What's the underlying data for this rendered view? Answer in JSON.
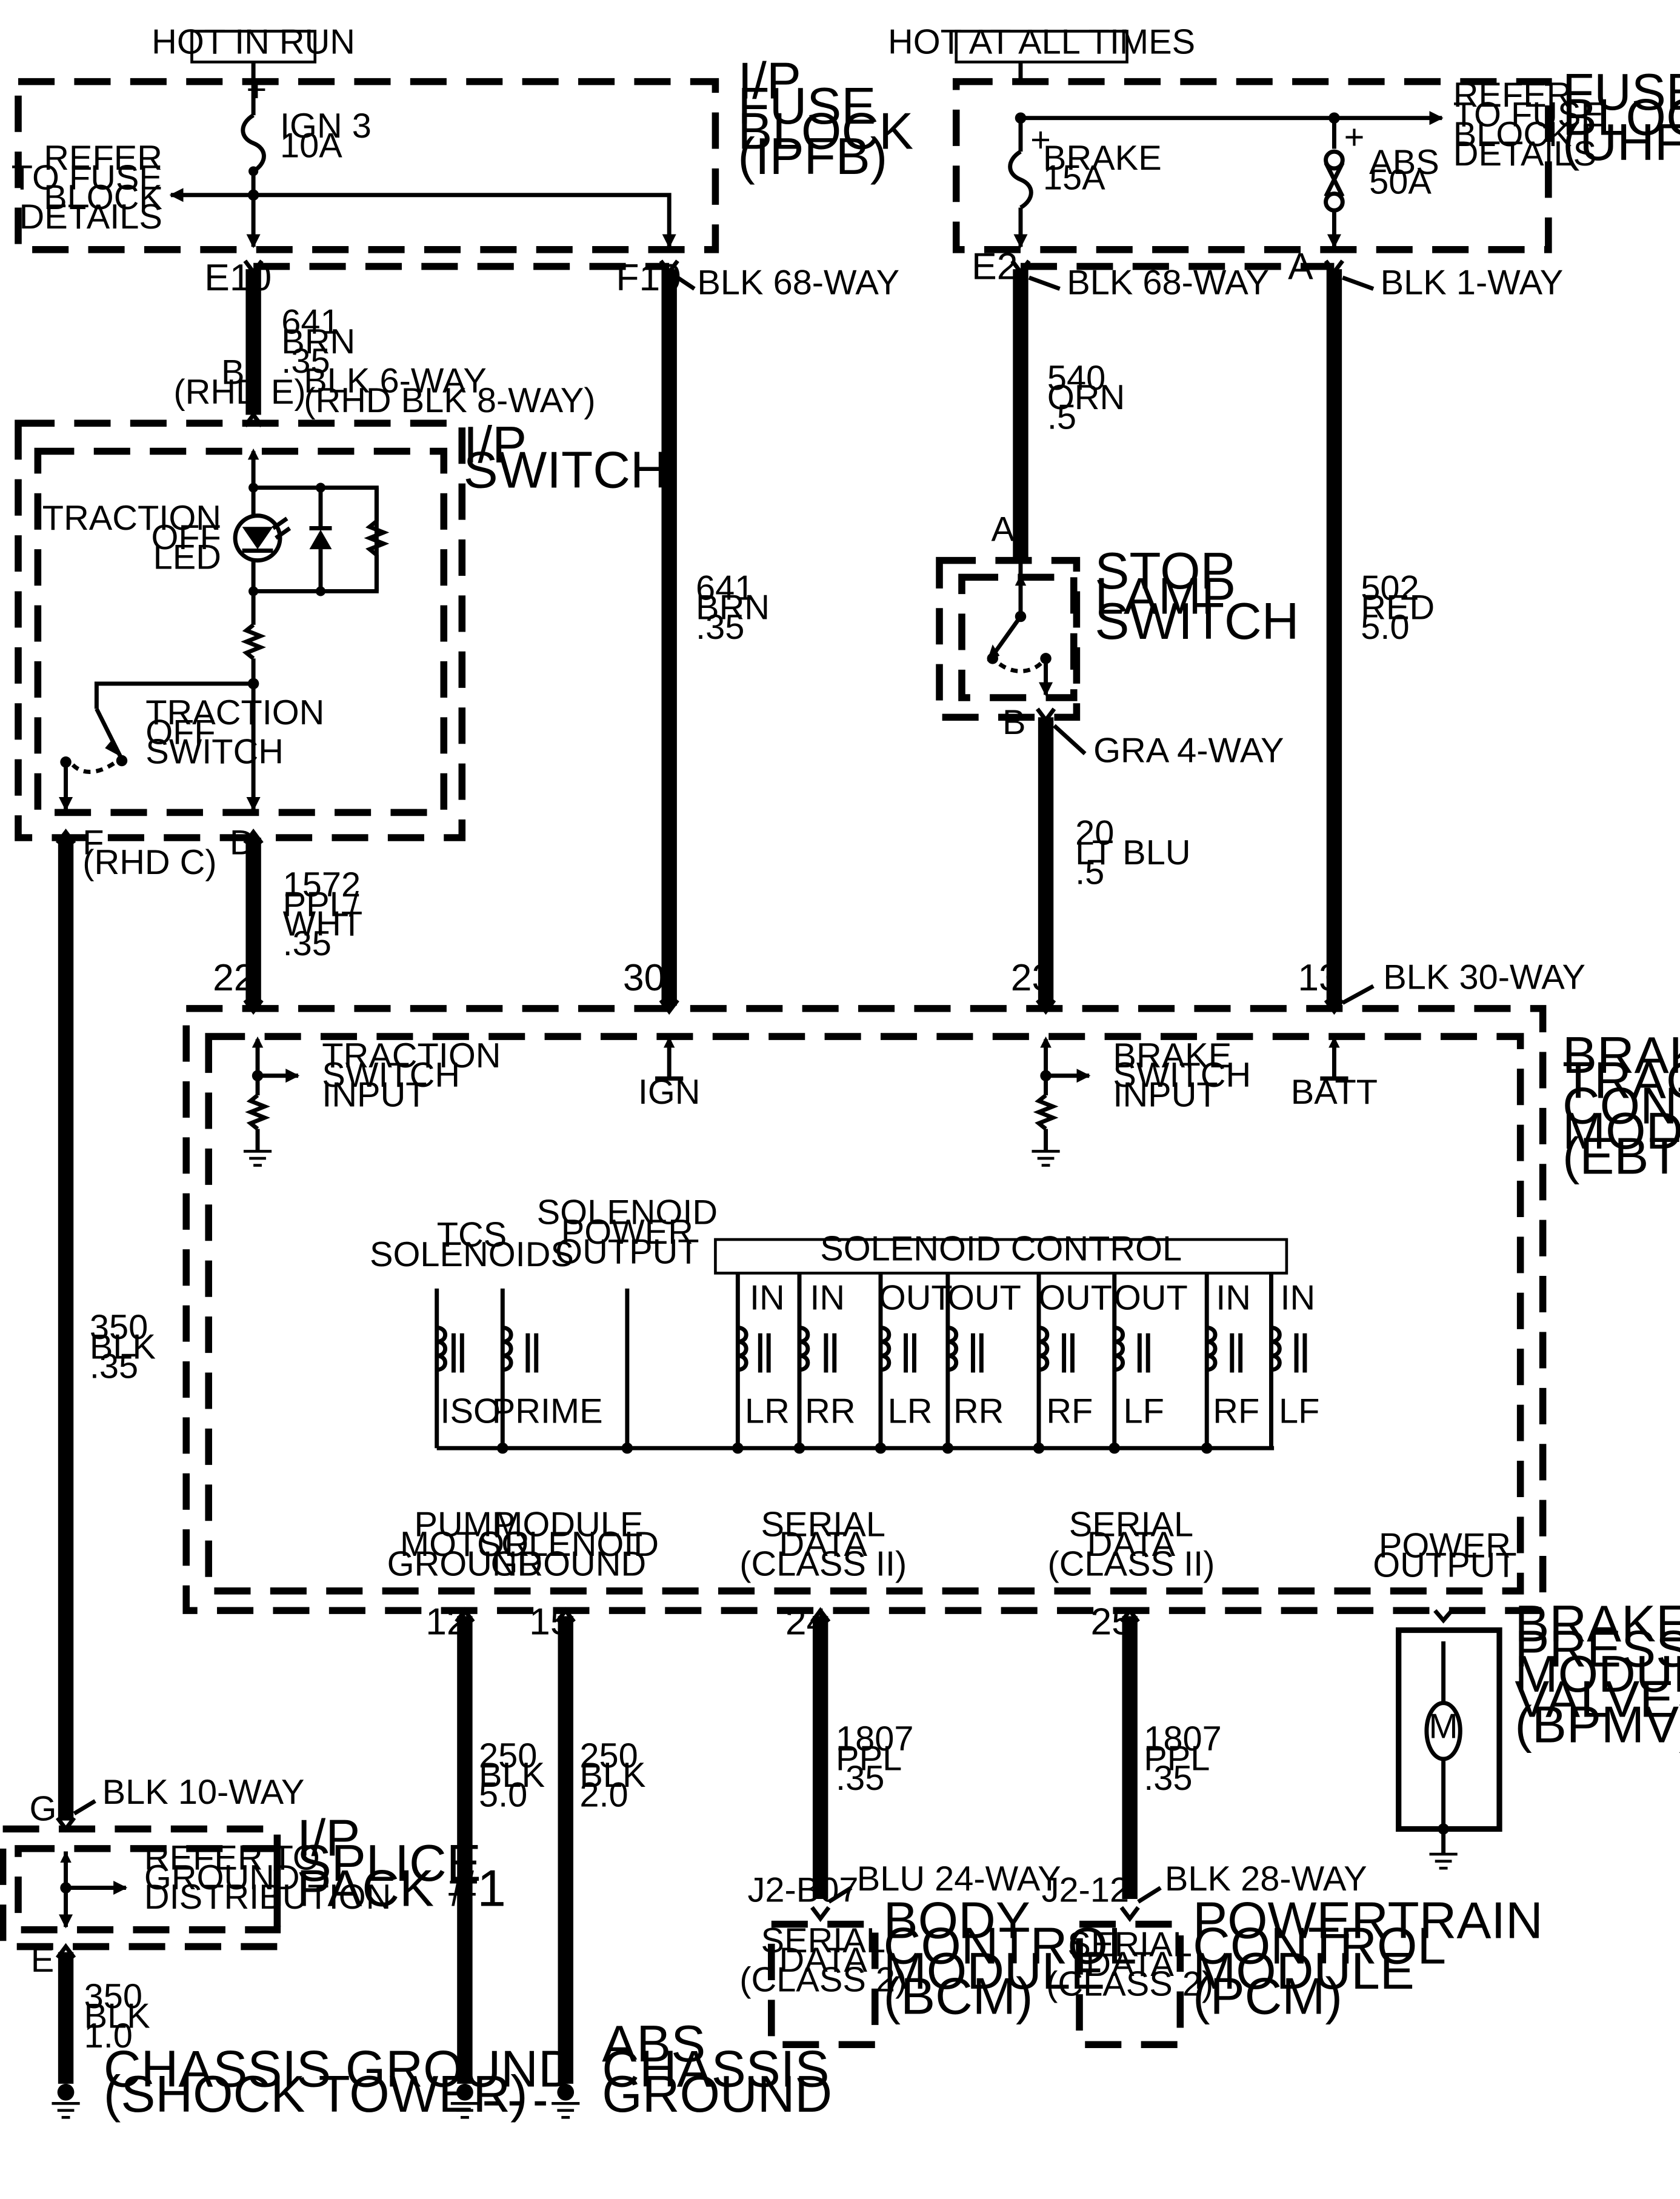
{
  "sources": {
    "hot_in_run": "HOT IN RUN",
    "hot_at_all_times": "HOT AT ALL TIMES"
  },
  "ipfb": {
    "name": [
      "I/P",
      "FUSE",
      "BLOCK",
      "(IPFB)"
    ],
    "fuse": [
      "IGN 3",
      "10A"
    ],
    "refer": [
      "REFER",
      "TO FUSE",
      "BLOCK",
      "DETAILS"
    ]
  },
  "uhfb": {
    "name": [
      "FUSE",
      "BLOCK",
      "(UHFB)"
    ],
    "fuse_brake": [
      "BRAKE",
      "15A"
    ],
    "fuse_abs": [
      "ABS",
      "50A"
    ],
    "refer": [
      "REFER",
      "TO FUSE",
      "BLOCK",
      "DETAILS"
    ]
  },
  "pins": {
    "e10": "E10",
    "f10": "F10",
    "e2": "E2",
    "a_uhfb": "A",
    "b_ip": [
      "B",
      "(RHD E)"
    ],
    "f_ip": [
      "F",
      "(RHD C)"
    ],
    "d_ip": "D",
    "a_stop": "A",
    "b_stop": "B",
    "p22": "22",
    "p30": "30",
    "p23": "23",
    "p13": "13",
    "p12": "12",
    "p15": "15",
    "p24": "24",
    "p25": "25",
    "g_splice": "G",
    "e_splice": "E",
    "j2b07": "J2-B07",
    "j212": "J2-12"
  },
  "connectors": {
    "f10": "BLK 68-WAY",
    "e2": "BLK 68-WAY",
    "uhfb_a": "BLK 1-WAY",
    "ip_switch": [
      "BLK 6-WAY",
      "(RHD BLK 8-WAY)"
    ],
    "stop_lamp": "GRA 4-WAY",
    "ebtcm": "BLK 30-WAY",
    "splice": "BLK 10-WAY",
    "bcm": "BLU 24-WAY",
    "pcm": "BLK 28-WAY"
  },
  "wires": {
    "w641a": [
      "641",
      "BRN",
      ".35"
    ],
    "w641b": [
      "641",
      "BRN",
      ".35"
    ],
    "w540": [
      "540",
      "ORN",
      ".5"
    ],
    "w502": [
      "502",
      "RED",
      "5.0"
    ],
    "w20": [
      "20",
      "LT BLU",
      ".5"
    ],
    "w1572": [
      "1572",
      "PPL/",
      "WHT",
      ".35"
    ],
    "w350a": [
      "350",
      "BLK",
      ".35"
    ],
    "w350b": [
      "350",
      "BLK",
      "1.0"
    ],
    "w250a": [
      "250",
      "BLK",
      "5.0"
    ],
    "w250b": [
      "250",
      "BLK",
      "2.0"
    ],
    "w1807a": [
      "1807",
      "PPL",
      ".35"
    ],
    "w1807b": [
      "1807",
      "PPL",
      ".35"
    ]
  },
  "ip_switch": {
    "name": [
      "I/P",
      "SWITCH"
    ],
    "led": [
      "TRACTION",
      "OFF",
      "LED"
    ],
    "switch": [
      "TRACTION",
      "OFF",
      "SWITCH"
    ]
  },
  "stop_lamp": {
    "name": [
      "STOP",
      "LAMP",
      "SWITCH"
    ]
  },
  "ebtcm": {
    "name": [
      "BRAKE",
      "TRACTION",
      "CONTROL",
      "MODULE",
      "(EBTCM)"
    ],
    "traction_input": [
      "TRACTION",
      "SWITCH",
      "INPUT"
    ],
    "ign": "IGN",
    "brake_input": [
      "BRAKE",
      "SWITCH",
      "INPUT"
    ],
    "batt": "BATT",
    "tcs": [
      "TCS",
      "SOLENOIDS"
    ],
    "sol_power": [
      "SOLENOID",
      "POWER",
      "OUTPUT"
    ],
    "sol_control": "SOLENOID CONTROL",
    "iso": "ISO",
    "prime": "PRIME",
    "coils_top": [
      "IN",
      "IN",
      "OUT",
      "OUT",
      "OUT",
      "OUT",
      "IN",
      "IN"
    ],
    "coils_bottom": [
      "LR",
      "RR",
      "LR",
      "RR",
      "RF",
      "LF",
      "RF",
      "LF"
    ],
    "pump_ground": [
      "PUMP",
      "MOTOR",
      "GROUND"
    ],
    "module_ground": [
      "MODULE",
      "SOLENOID",
      "GROUND"
    ],
    "serial1": [
      "SERIAL",
      "DATA",
      "(CLASS II)"
    ],
    "serial2": [
      "SERIAL",
      "DATA",
      "(CLASS II)"
    ],
    "power_output": [
      "POWER",
      "OUTPUT"
    ]
  },
  "bpmv": {
    "name": [
      "BRAKE",
      "PRESSURE",
      "MODULATOR",
      "VALVE",
      "(BPMV)"
    ],
    "motor": "M"
  },
  "splice": {
    "name": [
      "I/P",
      "SPLICE",
      "PACK #1"
    ],
    "refer": [
      "REFER TO",
      "GROUND",
      "DISTRIBUTION"
    ]
  },
  "bcm": {
    "name": [
      "BODY",
      "CONTROL",
      "MODULE",
      "(BCM)"
    ],
    "serial": [
      "SERIAL",
      "DATA",
      "(CLASS 2)"
    ]
  },
  "pcm": {
    "name": [
      "POWERTRAIN",
      "CONTROL",
      "MODULE",
      "(PCM)"
    ],
    "serial": [
      "SERIAL",
      "DATA",
      "(CLASS 2)"
    ]
  },
  "grounds": {
    "chassis": [
      "CHASSIS GROUND",
      "(SHOCK TOWER)"
    ],
    "abs": [
      "ABS",
      "CHASSIS",
      "GROUND"
    ]
  }
}
